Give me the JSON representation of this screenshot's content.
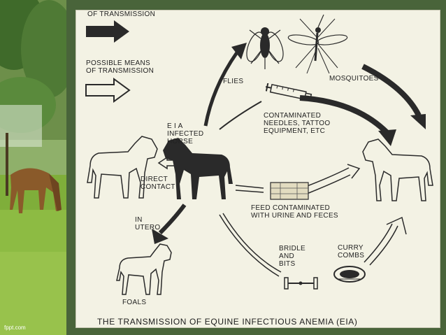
{
  "legend": {
    "direct_label": "OF TRANSMISSION",
    "possible_label": "POSSIBLE MEANS\nOF TRANSMISSION"
  },
  "nodes": {
    "flies": "FLIES",
    "mosquitoes": "MOSQUITOES",
    "needles": "CONTAMINATED\nNEEDLES, TATTOO\nEQUIPMENT, ETC",
    "infected_horse": "E I A\nINFECTED\nHORSE",
    "direct_contact": "DIRECT\nCONTACT",
    "in_utero": "IN\nUTERO",
    "foals": "FOALS",
    "feed": "FEED CONTAMINATED\nWITH URINE AND FECES",
    "bridle": "BRIDLE\nAND\nBITS",
    "curry": "CURRY\nCOMBS"
  },
  "title": "THE TRANSMISSION OF EQUINE INFECTIOUS ANEMIA (EIA)",
  "brand": "fppt.com",
  "colors": {
    "frame": "#49643a",
    "paper": "#f3f2e4",
    "ink": "#2a2a2a"
  }
}
